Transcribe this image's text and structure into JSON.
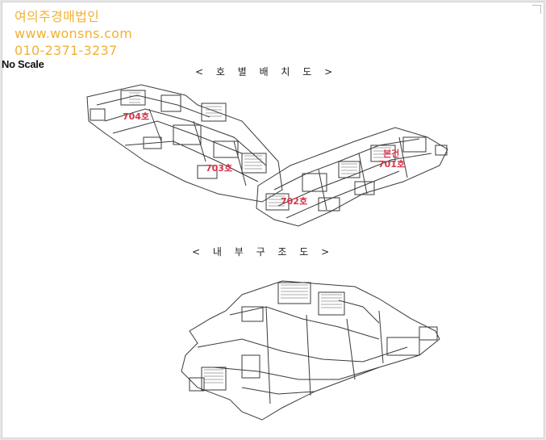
{
  "watermark": {
    "company": "여의주경매법인",
    "website": "www.wonsns.com",
    "phone": "010-2371-3237"
  },
  "scale_note": "No Scale",
  "unit_layout": {
    "title": "< 호 별 배 치 도 >",
    "units": [
      {
        "label": "704호"
      },
      {
        "label": "703호"
      },
      {
        "label": "702호"
      },
      {
        "label": "본건"
      },
      {
        "label": "701호"
      }
    ]
  },
  "interior": {
    "title": "< 내 부 구 조 도 >"
  },
  "colors": {
    "watermark": "#f2b134",
    "unit_label": "#d6334a",
    "line": "#3a3a3a"
  }
}
